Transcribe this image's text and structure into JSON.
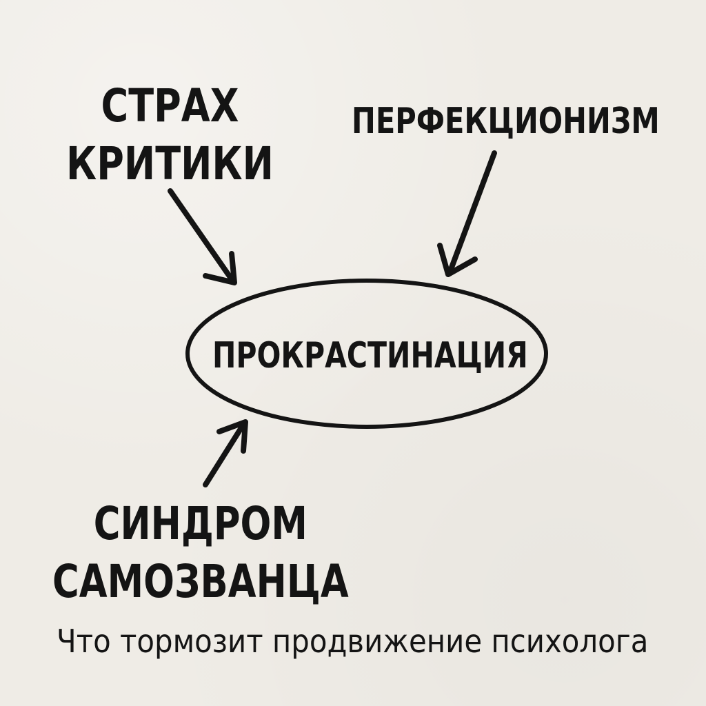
{
  "diagram": {
    "center_node": "ПРОКРАСТИНАЦИЯ",
    "causes": [
      {
        "id": "fear-of-criticism",
        "lines": [
          "СТРАХ",
          "КРИТИКИ"
        ]
      },
      {
        "id": "perfectionism",
        "lines": [
          "ПЕРФЕКЦИОНИЗМ"
        ]
      },
      {
        "id": "impostor-syndrome",
        "lines": [
          "СИНДРОМ",
          "САМОЗВАНЦА"
        ]
      }
    ],
    "caption": "Что тормозит продвижение психолога",
    "colors": {
      "background": "#efece6",
      "ink": "#141414"
    }
  }
}
